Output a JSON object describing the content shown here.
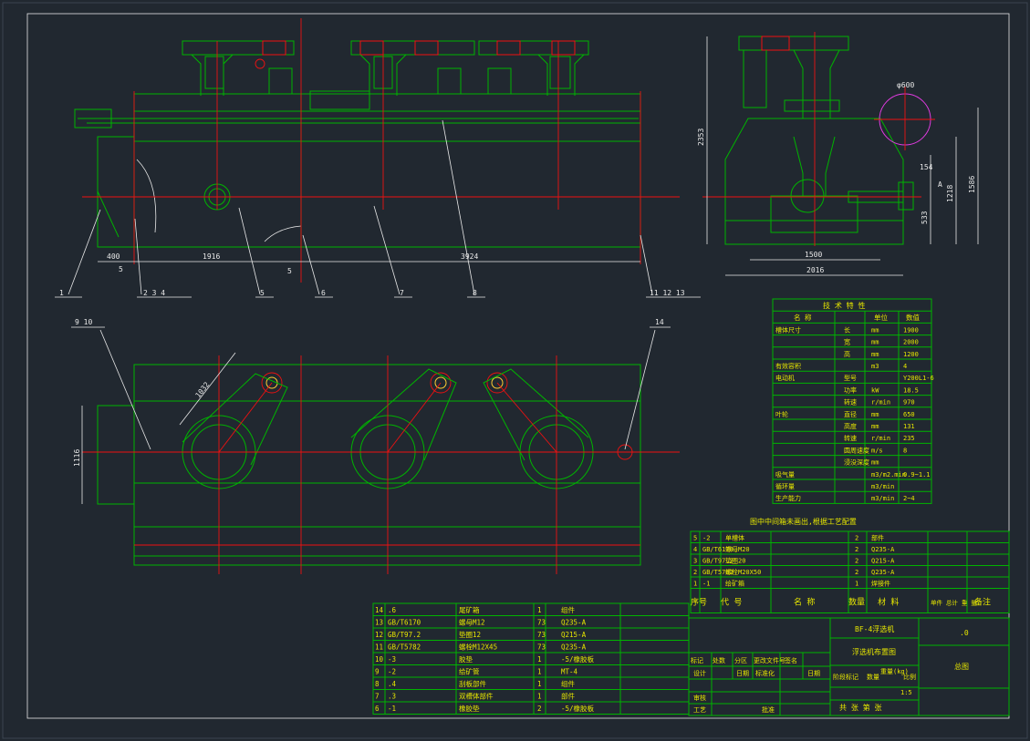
{
  "colors": {
    "background": "#212830",
    "frame": "#e8e8e8",
    "structure": "#00b400",
    "centerline": "#ee1111",
    "dimension": "#e8e8e8",
    "table_text": "#e6e600",
    "highlight_circle": "#e03be0"
  },
  "front_view": {
    "dims": {
      "d_400": "400",
      "d_1916": "1916",
      "d_3924": "3924",
      "d_5a": "5",
      "d_5b": "5"
    },
    "labels": {
      "b1": "1",
      "b234": "2  3  4",
      "b5": "5",
      "b6": "6",
      "b7": "7",
      "b8": "8",
      "b111213": "11  12  13"
    }
  },
  "side_view": {
    "dims": {
      "d_2353": "2353",
      "d_1500": "1500",
      "d_2016": "2016",
      "d_154": "154",
      "d_1218": "1218",
      "d_1586": "1586",
      "d_533": "533",
      "phi600": "φ600",
      "sec_a": "A"
    }
  },
  "plan_view": {
    "dims": {
      "d_1116": "1116",
      "d_1032": "1032"
    },
    "labels": {
      "b910": "9  10",
      "b14": "14"
    }
  },
  "tech_table": {
    "title": "技 术 特 性",
    "header": [
      "名 称",
      "单位",
      "数值"
    ],
    "rows": [
      [
        "槽体尺寸",
        "长",
        "mm",
        "1900"
      ],
      [
        "",
        "宽",
        "mm",
        "2000"
      ],
      [
        "",
        "高",
        "mm",
        "1200"
      ],
      [
        "有效容积",
        "",
        "m3",
        "4"
      ],
      [
        "电动机",
        "型号",
        "",
        "Y200L1-6"
      ],
      [
        "",
        "功率",
        "kW",
        "18.5"
      ],
      [
        "",
        "转速",
        "r/min",
        "970"
      ],
      [
        "叶轮",
        "直径",
        "mm",
        "650"
      ],
      [
        "",
        "高度",
        "mm",
        "131"
      ],
      [
        "",
        "转速",
        "r/min",
        "235"
      ],
      [
        "",
        "圆周速度",
        "m/s",
        "8"
      ],
      [
        "",
        "浸没深度",
        "mm",
        ""
      ],
      [
        "吸气量",
        "",
        "m3/m2.min",
        "0.9~1.1"
      ],
      [
        "循环量",
        "",
        "m3/min",
        ""
      ],
      [
        "生产能力",
        "",
        "m3/min",
        "2~4"
      ]
    ],
    "note": "图中中间箱未画出,根据工艺配置"
  },
  "bom_upper": {
    "rows": [
      [
        "5",
        "-2",
        "",
        "单槽体",
        "2",
        "部件"
      ],
      [
        "4",
        "GB/T6170",
        "",
        "螺母M20",
        "2",
        "Q235-A"
      ],
      [
        "3",
        "GB/T97.2",
        "",
        "垫圈20",
        "2",
        "Q215-A"
      ],
      [
        "2",
        "GB/T5782",
        "",
        "螺栓M20X50",
        "2",
        "Q235-A"
      ],
      [
        "1",
        "-1",
        "",
        "给矿箱",
        "1",
        "焊接件"
      ]
    ],
    "header": [
      "序号",
      "代  号",
      "名  称",
      "数量",
      "材  料",
      "单件 总计 重  量",
      "备注"
    ]
  },
  "bom_lower": {
    "rows": [
      [
        "14",
        ".6",
        "尾矿箱",
        "1",
        "组件"
      ],
      [
        "13",
        "GB/T6170",
        "螺母M12",
        "73",
        "Q235-A"
      ],
      [
        "12",
        "GB/T97.2",
        "垫圈12",
        "73",
        "Q215-A"
      ],
      [
        "11",
        "GB/T5782",
        "螺栓M12X45",
        "73",
        "Q235-A"
      ],
      [
        "10",
        "-3",
        "胶垫",
        "1",
        "-5/橡胶板"
      ],
      [
        "9",
        "-2",
        "给矿管",
        "1",
        "MT-4"
      ],
      [
        "8",
        ".4",
        "刮板部件",
        "1",
        "组件"
      ],
      [
        "7",
        ".3",
        "双槽体部件",
        "1",
        "部件"
      ],
      [
        "6",
        "-1",
        "橡胶垫",
        "2",
        "-5/橡胶板"
      ]
    ]
  },
  "title_block": {
    "product": "BF-4浮选机",
    "drawing_name": "浮选机布置图",
    "drawing_no": ".0",
    "assembly": "总图",
    "scale": "1:5",
    "sheets": "共  张  第  张",
    "sign_row1": [
      "标记",
      "处数",
      "分区",
      "更改文件号",
      "签名"
    ],
    "sign_row2": [
      "设计",
      "",
      "日期",
      "标准化",
      "",
      "日期"
    ],
    "sign_row3": [
      "审核"
    ],
    "sign_row4": [
      "工艺",
      "",
      "",
      "批准"
    ],
    "stage_labels": [
      "阶段标记",
      "数量",
      "重量(kg)",
      "比例"
    ]
  }
}
